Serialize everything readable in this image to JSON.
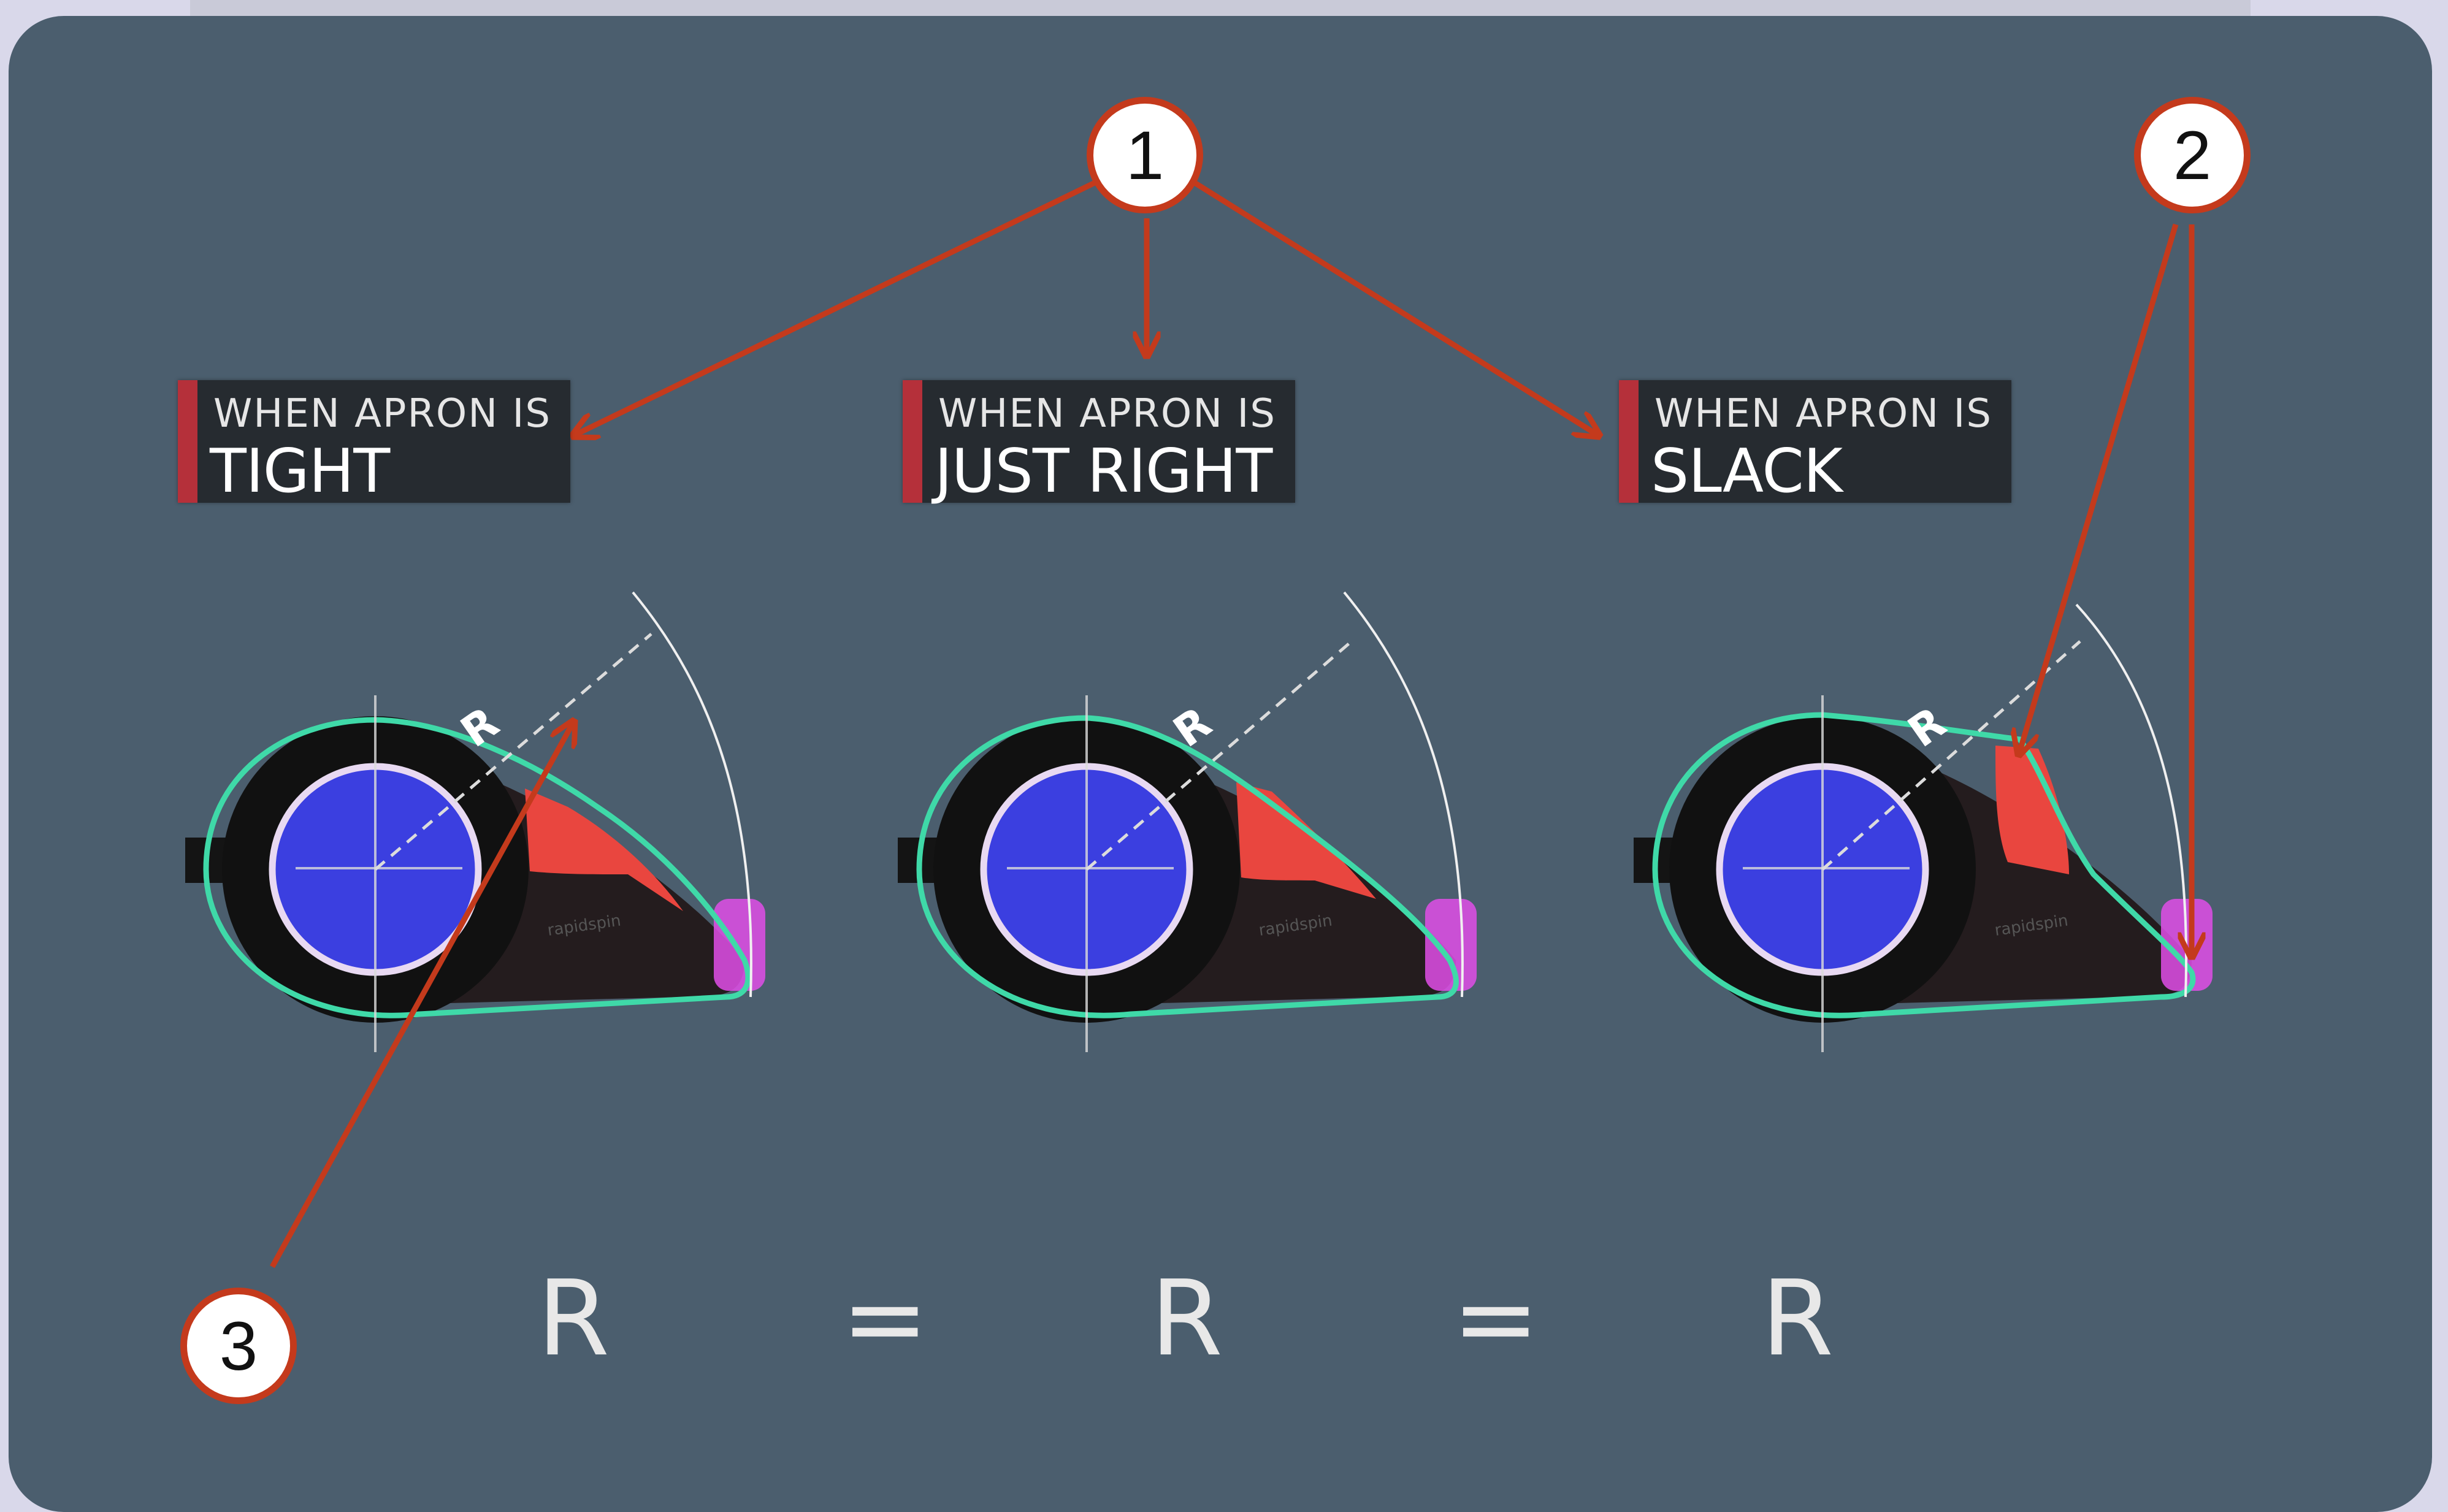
{
  "labels": [
    {
      "prefix": "WHEN APRON IS",
      "state": "TIGHT"
    },
    {
      "prefix": "WHEN APRON IS",
      "state": "JUST RIGHT"
    },
    {
      "prefix": "WHEN APRON IS",
      "state": "SLACK"
    }
  ],
  "radius_label": "R",
  "equation": {
    "r1": "R",
    "eq1": "=",
    "r2": "R",
    "eq2": "=",
    "r3": "R"
  },
  "callouts": {
    "c1": "1",
    "c2": "2",
    "c3": "3"
  },
  "brand_text": "rapidspin",
  "colors": {
    "panel": "#4b5e6e",
    "apron_outline": "#3fd9a8",
    "roller": "#3b3fe0",
    "cradle_tip": "#e9463f",
    "nose": "#e04ee8",
    "arrow": "#c43a1c"
  }
}
